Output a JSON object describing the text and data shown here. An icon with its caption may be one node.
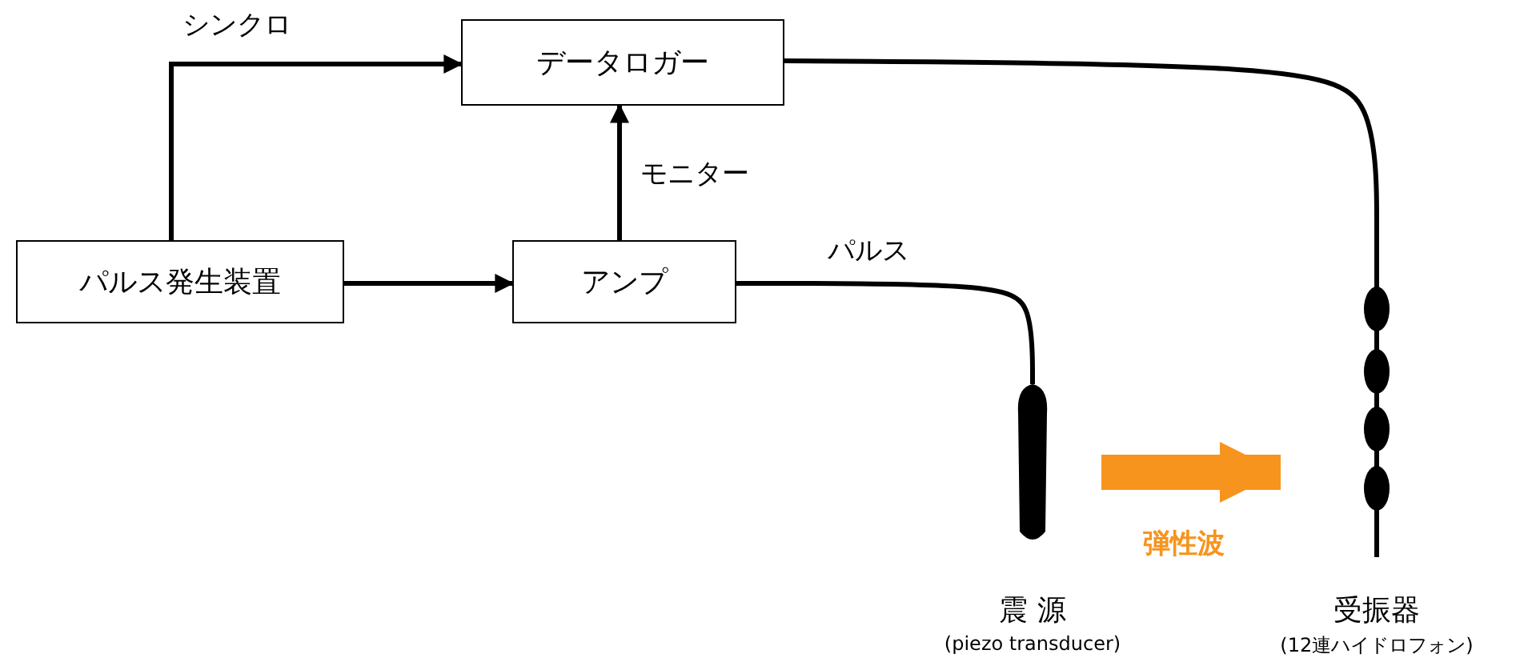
{
  "diagram": {
    "nodes": [
      {
        "text": [
          "パルス発生装置"
        ]
      },
      {
        "text": [
          "データロガー"
        ]
      },
      {
        "text": [
          "アンプ"
        ]
      },
      {
        "text": [
          "震 源"
        ]
      },
      {
        "text": [
          "受振器"
        ],
        "beside": [
          "(12連ハイドロフォン)"
        ]
      }
    ],
    "edges": [
      {
        "from": 0,
        "to": 1,
        "arrow": "to",
        "label": "シンクロ"
      },
      {
        "from": 0,
        "to": 2,
        "arrow": "to"
      },
      {
        "from": 2,
        "to": 1,
        "arrow": "to",
        "label": "モニター"
      },
      {
        "from": 2,
        "to": 3,
        "arrow": "none",
        "label": "パルス"
      },
      {
        "from": 1,
        "to": 4,
        "arrow": "none"
      },
      {
        "from": 3,
        "to": 4,
        "arrow": "to",
        "label": "弾性波",
        "style": "thick",
        "color": "#f7941d"
      }
    ],
    "labels": [
      "(piezo transducer)"
    ]
  }
}
